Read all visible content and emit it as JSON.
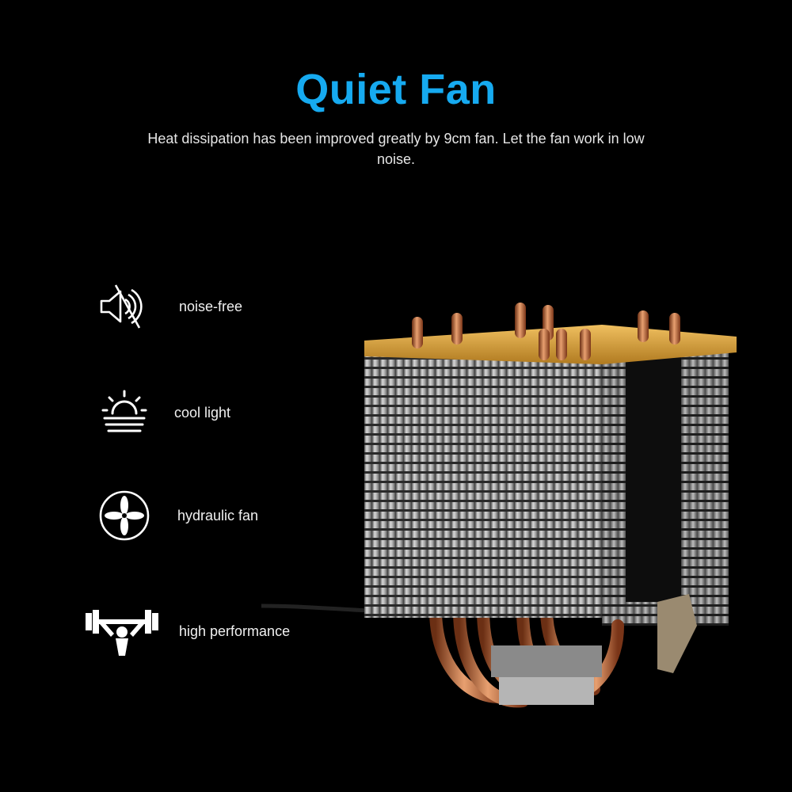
{
  "header": {
    "title": "Quiet Fan",
    "subtitle": "Heat dissipation has been improved greatly by 9cm fan. Let the fan work in low noise."
  },
  "features": [
    {
      "icon": "noise-free-icon",
      "label": "noise-free"
    },
    {
      "icon": "cool-light-icon",
      "label": "cool light"
    },
    {
      "icon": "fan-icon",
      "label": "hydraulic fan"
    },
    {
      "icon": "weightlifting-icon",
      "label": "high performance"
    }
  ],
  "colors": {
    "background": "#000000",
    "title": "#16aaf0",
    "text": "#e6e6e6",
    "copper": "#c8784a",
    "gold": "#d7a13c",
    "fin": "#b8b8b8"
  }
}
